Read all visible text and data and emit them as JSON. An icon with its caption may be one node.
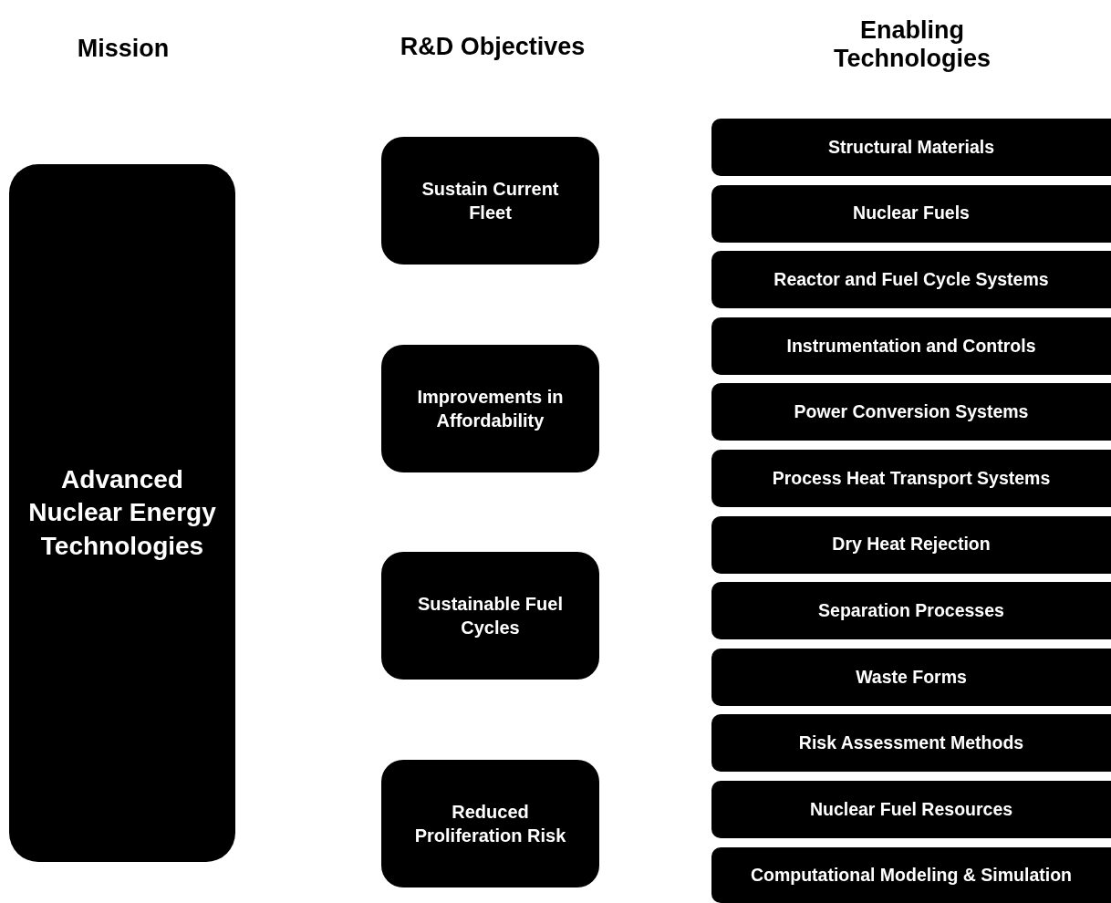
{
  "diagram": {
    "nodes": [
      {
        "text": [
          "Advanced Nuclear Energy Technologies"
        ]
      },
      {
        "text": [
          "Sustain Current Fleet"
        ]
      },
      {
        "text": [
          "Improvements in Affordability"
        ]
      },
      {
        "text": [
          "Sustainable Fuel Cycles"
        ]
      },
      {
        "text": [
          "Reduced Proliferation Risk"
        ]
      },
      {
        "text": [
          "Structural Materials"
        ]
      },
      {
        "text": [
          "Nuclear Fuels"
        ]
      },
      {
        "text": [
          "Reactor and Fuel Cycle Systems"
        ]
      },
      {
        "text": [
          "Instrumentation and Controls"
        ]
      },
      {
        "text": [
          "Power Conversion Systems"
        ]
      },
      {
        "text": [
          "Process Heat Transport Systems"
        ]
      },
      {
        "text": [
          "Dry Heat Rejection"
        ]
      },
      {
        "text": [
          "Separation Processes"
        ]
      },
      {
        "text": [
          "Waste Forms"
        ]
      },
      {
        "text": [
          "Risk Assessment Methods"
        ]
      },
      {
        "text": [
          "Nuclear Fuel Resources"
        ]
      },
      {
        "text": [
          "Computational Modeling & Simulation"
        ]
      }
    ],
    "labels": [
      "Mission",
      "R&D Objectives",
      "Enabling Technologies"
    ]
  }
}
